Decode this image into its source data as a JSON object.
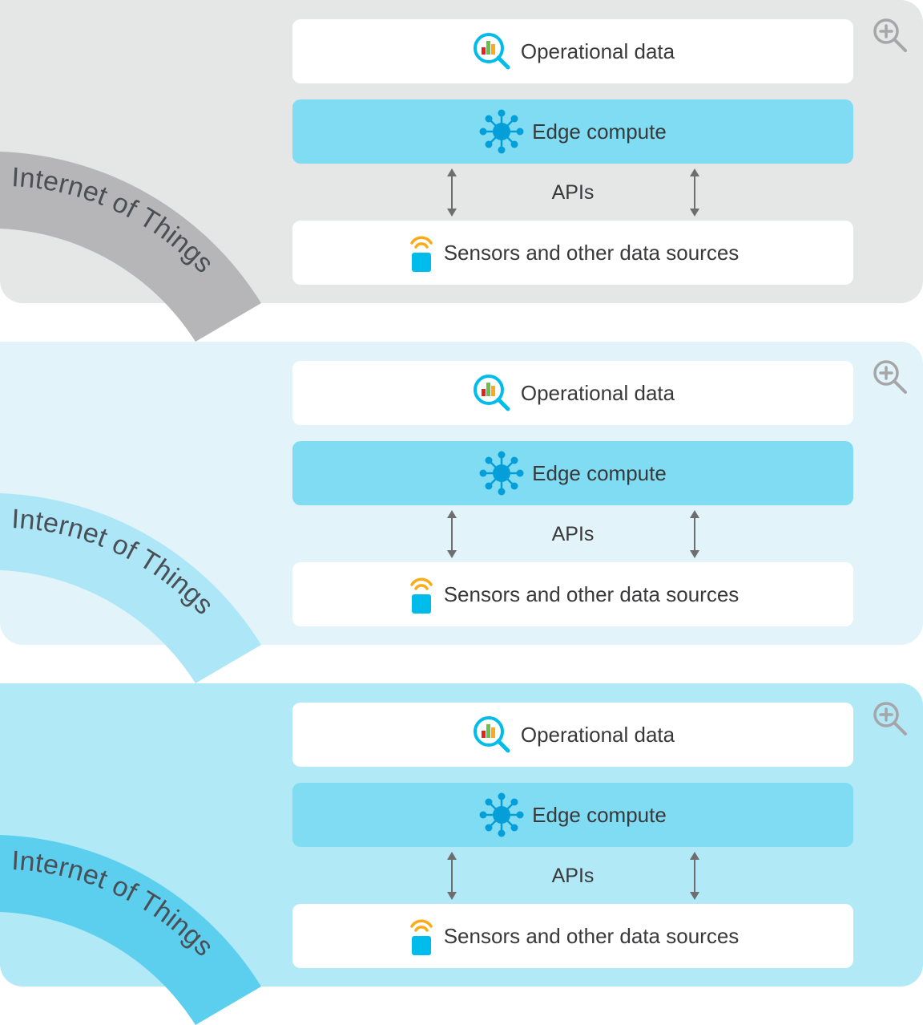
{
  "panels": [
    {
      "iot_label": "Internet of Things",
      "operational_label": "Operational data",
      "edge_label": "Edge compute",
      "apis_label": "APIs",
      "sensors_label": "Sensors and other data sources",
      "zoom_icon": "zoom-in-icon",
      "colors": {
        "background": "#e5e6e6",
        "arc": "#b6b6b8",
        "edge_box": "#7fdcf3"
      }
    },
    {
      "iot_label": "Internet of Things",
      "operational_label": "Operational data",
      "edge_label": "Edge compute",
      "apis_label": "APIs",
      "sensors_label": "Sensors and other data sources",
      "zoom_icon": "zoom-in-icon",
      "colors": {
        "background": "#e2f4f9",
        "arc": "#ade7f7",
        "edge_box": "#7fdcf3"
      }
    },
    {
      "iot_label": "Internet of Things",
      "operational_label": "Operational data",
      "edge_label": "Edge compute",
      "apis_label": "APIs",
      "sensors_label": "Sensors and other data sources",
      "zoom_icon": "zoom-in-icon",
      "colors": {
        "background": "#b1e9f7",
        "arc": "#5ccfef",
        "edge_box": "#7fdcf3"
      }
    }
  ],
  "icons": {
    "operational": "analytics-magnifier-icon",
    "edge": "edge-network-hub-icon",
    "sensors": "wireless-sensor-icon",
    "apis_arrows": "bidirectional-arrow-icon"
  }
}
